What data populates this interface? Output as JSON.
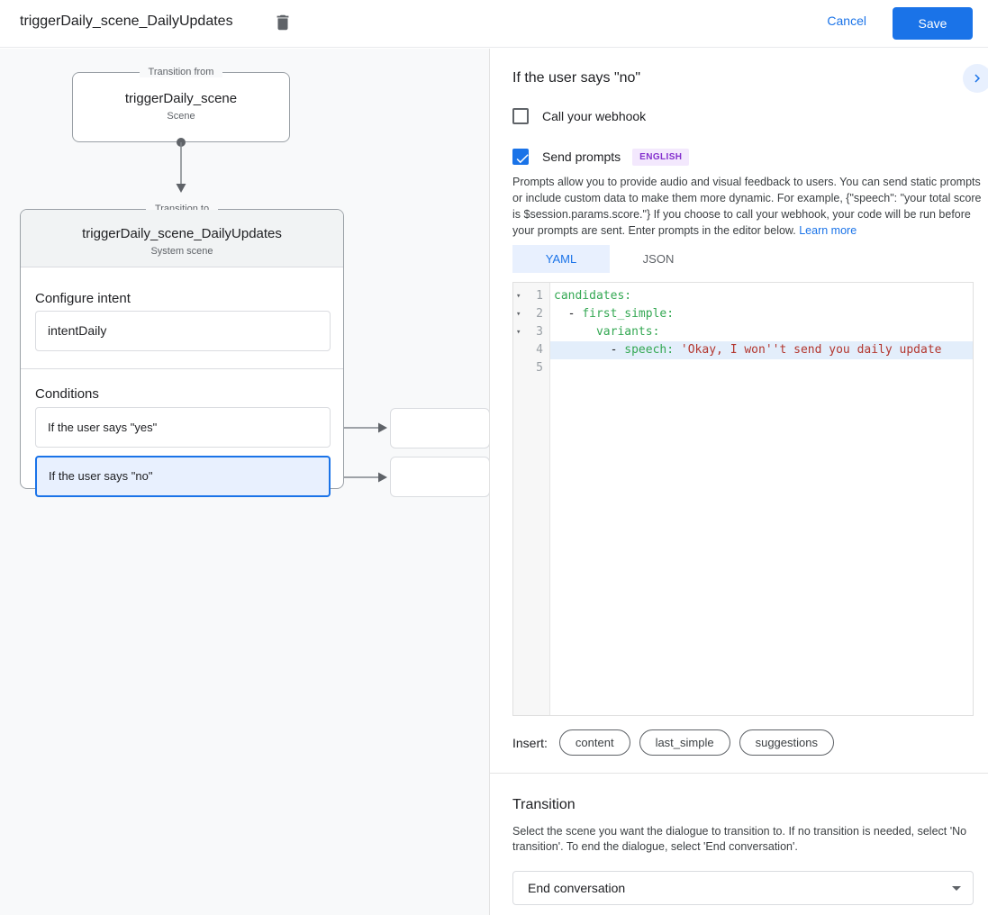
{
  "header": {
    "title": "triggerDaily_scene_DailyUpdates",
    "cancel": "Cancel",
    "save": "Save"
  },
  "canvas": {
    "from_box": {
      "legend": "Transition from",
      "title": "triggerDaily_scene",
      "subtitle": "Scene"
    },
    "to_box": {
      "legend": "Transition to",
      "title": "triggerDaily_scene_DailyUpdates",
      "subtitle": "System scene",
      "intent_label": "Configure intent",
      "intent_value": "intentDaily",
      "conditions_label": "Conditions",
      "conditions": [
        {
          "label": "If the user says \"yes\"",
          "selected": false
        },
        {
          "label": "If the user says \"no\"",
          "selected": true
        }
      ]
    }
  },
  "panel": {
    "title": "If the user says \"no\"",
    "webhook": {
      "label": "Call your webhook",
      "checked": false
    },
    "prompts": {
      "label": "Send prompts",
      "checked": true,
      "badge": "ENGLISH"
    },
    "description": "Prompts allow you to provide audio and visual feedback to users. You can send static prompts or include custom data to make them more dynamic. For example, {\"speech\": \"your total score is $session.params.score.\"} If you choose to call your webhook, your code will be run before your prompts are sent. Enter prompts in the editor below. ",
    "learn_more": "Learn more",
    "tabs": [
      {
        "label": "YAML",
        "active": true
      },
      {
        "label": "JSON",
        "active": false
      }
    ],
    "editor": {
      "line_numbers": [
        "1",
        "2",
        "3",
        "4",
        "5"
      ],
      "lines": [
        {
          "pre": "",
          "key": "candidates:",
          "string": ""
        },
        {
          "pre": "  - ",
          "key": "first_simple:",
          "string": ""
        },
        {
          "pre": "      ",
          "key": "variants:",
          "string": ""
        },
        {
          "pre": "        - ",
          "key": "speech:",
          "string": " 'Okay, I won''t send you daily update"
        },
        {
          "pre": "",
          "key": "",
          "string": ""
        }
      ]
    },
    "insert_label": "Insert:",
    "insert_buttons": [
      "content",
      "last_simple",
      "suggestions"
    ],
    "transition": {
      "title": "Transition",
      "description": "Select the scene you want the dialogue to transition to. If no transition is needed, select 'No transition'. To end the dialogue, select 'End conversation'.",
      "selected": "End conversation"
    }
  },
  "colors": {
    "accent_blue": "#1a73e8",
    "selection_bg": "#e8f0fe",
    "badge_bg": "#f3e8fd",
    "badge_text": "#8430ce",
    "code_key_green": "#34a853",
    "code_string_red": "#b3362e",
    "line_highlight": "#e3eefb",
    "canvas_bg": "#f8f9fa"
  }
}
